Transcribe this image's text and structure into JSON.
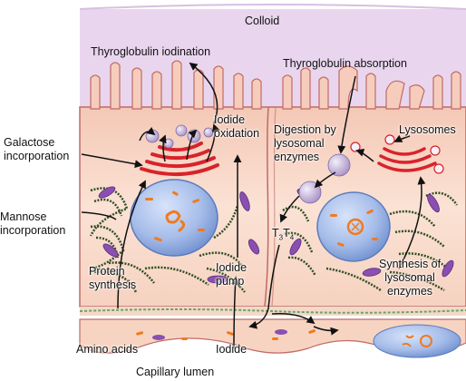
{
  "labels": {
    "colloid": "Colloid",
    "thyroglobulin_iodination": "Thyroglobulin iodination",
    "thyroglobulin_absorption": "Thyroglobulin absorption",
    "galactose_incorporation": [
      "Galactose",
      "incorporation"
    ],
    "mannose_incorporation": [
      "Mannose",
      "incorporation"
    ],
    "iodide_oxidation": [
      "Iodide",
      "oxidation"
    ],
    "digestion_by_lysosomal_enzymes": [
      "Digestion by",
      "lysosomal",
      "enzymes"
    ],
    "lysosomes": "Lysosomes",
    "t3": "T",
    "t3_sub": "3",
    "t4": "T",
    "t4_sub": "4",
    "iodide_pump": [
      "Iodide",
      "pump"
    ],
    "protein_synthesis": [
      "Protein",
      "synthesis"
    ],
    "synthesis_of_lysosomal_enzymes": [
      "Synthesis of",
      "lysosomal",
      "enzymes"
    ],
    "amino_acids": "Amino acids",
    "iodide": "Iodide",
    "capillary_lumen": "Capillary lumen"
  },
  "colors": {
    "colloid": "#e8d4ec",
    "cell": "#f8d6c4",
    "cell_edge": "#c06a66",
    "nucleus": "#9fb9ea",
    "golgi": "#d8232a",
    "er": "#2f4f24",
    "mitochondria": "#8a4fb0",
    "vesicle": "#c7b3dd",
    "chromatin": "#f07a1e",
    "basement_membrane": "#6aa36a"
  }
}
